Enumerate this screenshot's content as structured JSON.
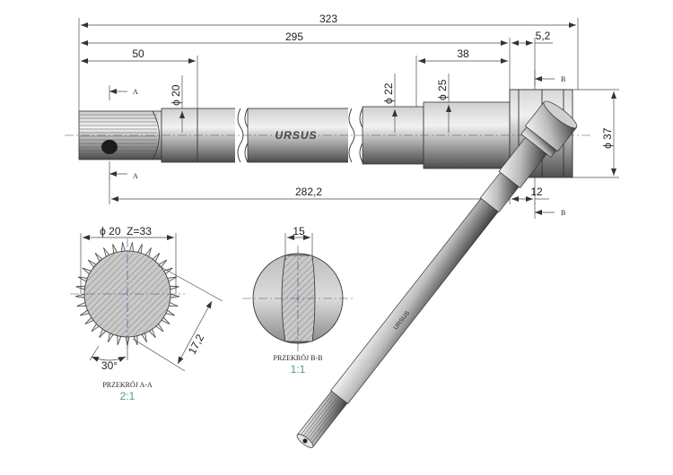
{
  "dimensions": {
    "overall_length": "323",
    "length_295": "295",
    "end_width": "5,2",
    "spline_length": "50",
    "length_38": "38",
    "length_282": "282,2",
    "collar_width": "12",
    "dia_20": "ϕ 20",
    "dia_22": "ϕ 22",
    "dia_25": "ϕ 25",
    "dia_37": "ϕ 37"
  },
  "section_marks": {
    "a": "A",
    "b": "B"
  },
  "brand_text": "URSUS",
  "section_a": {
    "header": "ϕ 20  Z=33",
    "dim_172": "17,2",
    "angle": "30°",
    "title": "PRZEKRÓJ A-A",
    "scale": "2:1"
  },
  "section_b": {
    "dim_15": "15",
    "title": "PRZEKRÓJ B-B",
    "scale": "1:1"
  },
  "colors": {
    "shaft_dark": "#5a5a5a",
    "shaft_light": "#e8e8e8",
    "center_line": "#3a4a9a",
    "scale_text": "#4a9a9a"
  }
}
